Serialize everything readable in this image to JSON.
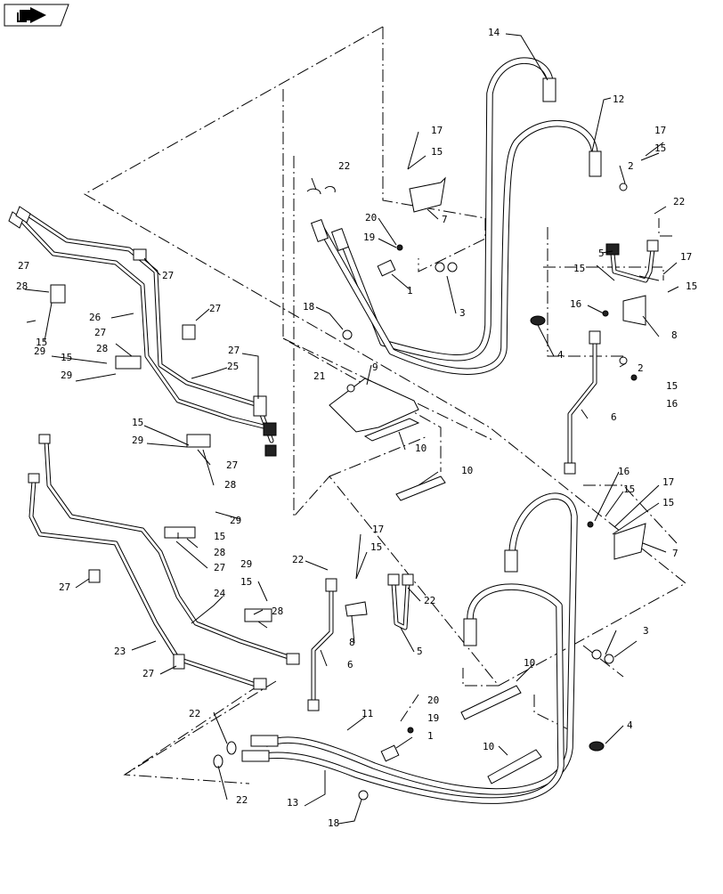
{
  "toolbar": {
    "nav_icon": "page-turn-arrow-icon"
  },
  "callouts": {
    "c1a": "1",
    "c1b": "1",
    "c2a": "2",
    "c2b": "2",
    "c3a": "3",
    "c3b": "3",
    "c4a": "4",
    "c4b": "4",
    "c5a": "5",
    "c5b": "5",
    "c6a": "6",
    "c6b": "6",
    "c7a": "7",
    "c7b": "7",
    "c8a": "8",
    "c8b": "8",
    "c9": "9",
    "c10a": "10",
    "c10b": "10",
    "c10c": "10",
    "c10d": "10",
    "c11": "11",
    "c12": "12",
    "c13": "13",
    "c14": "14",
    "c15a": "15",
    "c15b": "15",
    "c15c": "15",
    "c15d": "15",
    "c15e": "15",
    "c15f": "15",
    "c15g": "15",
    "c15h": "15",
    "c15i": "15",
    "c15j": "15",
    "c15k": "15",
    "c15l": "15",
    "c15m": "15",
    "c16a": "16",
    "c16b": "16",
    "c16c": "16",
    "c17a": "17",
    "c17b": "17",
    "c17c": "17",
    "c17d": "17",
    "c17e": "17",
    "c18a": "18",
    "c18b": "18",
    "c19a": "19",
    "c19b": "19",
    "c20a": "20",
    "c20b": "20",
    "c21": "21",
    "c22a": "22",
    "c22b": "22",
    "c22c": "22",
    "c22d": "22",
    "c22e": "22",
    "c23": "23",
    "c24": "24",
    "c25": "25",
    "c26": "26",
    "c27a": "27",
    "c27b": "27",
    "c27c": "27",
    "c27d": "27",
    "c27e": "27",
    "c27f": "27",
    "c27g": "27",
    "c27h": "27",
    "c27i": "27",
    "c28a": "28",
    "c28b": "28",
    "c28c": "28",
    "c28d": "28",
    "c28e": "28",
    "c29a": "29",
    "c29b": "29",
    "c29c": "29",
    "c29d": "29",
    "c29e": "29"
  }
}
